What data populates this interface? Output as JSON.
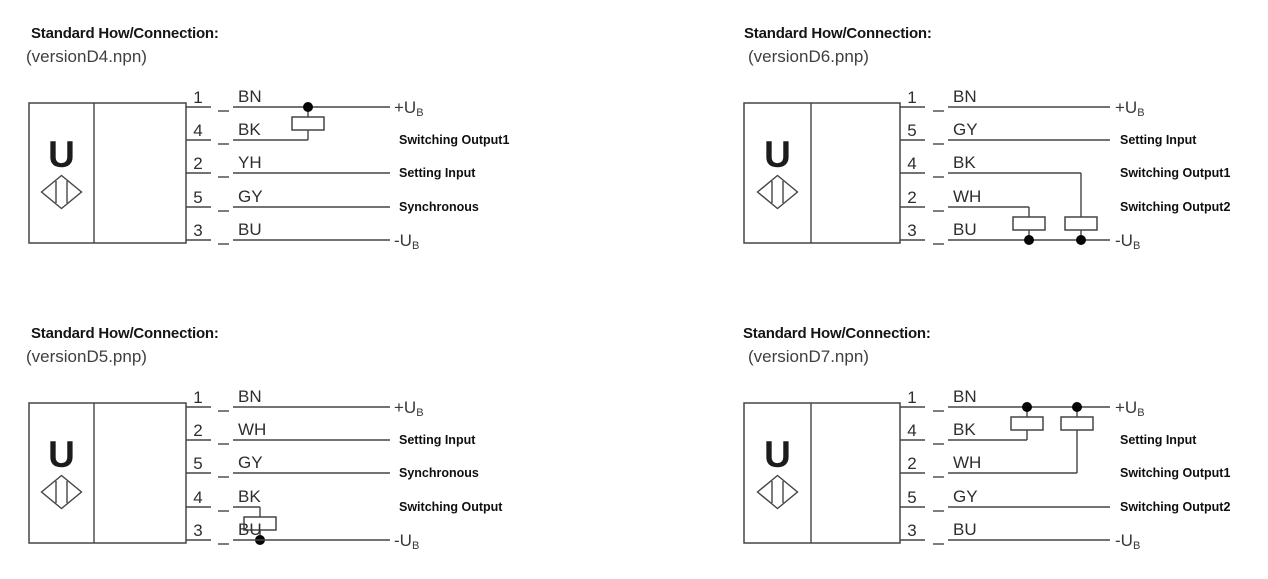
{
  "page": {
    "background": "#ffffff"
  },
  "palette": {
    "line_color": "#454545",
    "dot_color": "#050505",
    "title_color": "#151515",
    "version_color": "#3f3f3f",
    "terminal_label_color": "#0f0f0f"
  },
  "diagrams": [
    {
      "position": "top-left",
      "title": "Standard How/Connection:",
      "version": "(versionD4.npn)",
      "sensor_label": "U",
      "rows": [
        {
          "pin": "1",
          "wire": "BN",
          "label": "+U",
          "label_sub": "B"
        },
        {
          "pin": "4",
          "wire": "BK",
          "label": "Switching Output1",
          "label_sub": ""
        },
        {
          "pin": "2",
          "wire": "YH",
          "label": "Setting Input",
          "label_sub": ""
        },
        {
          "pin": "5",
          "wire": "GY",
          "label": "Synchronous",
          "label_sub": ""
        },
        {
          "pin": "3",
          "wire": "BU",
          "label": "-U",
          "label_sub": "B"
        }
      ]
    },
    {
      "position": "top-right",
      "title": "Standard How/Connection:",
      "version": "(versionD6.pnp)",
      "sensor_label": "U",
      "rows": [
        {
          "pin": "1",
          "wire": "BN",
          "label": "+U",
          "label_sub": "B"
        },
        {
          "pin": "5",
          "wire": "GY",
          "label": "Setting Input",
          "label_sub": ""
        },
        {
          "pin": "4",
          "wire": "BK",
          "label": "Switching Output1",
          "label_sub": ""
        },
        {
          "pin": "2",
          "wire": "WH",
          "label": "Switching Output2",
          "label_sub": ""
        },
        {
          "pin": "3",
          "wire": "BU",
          "label": "-U",
          "label_sub": "B"
        }
      ]
    },
    {
      "position": "bottom-left",
      "title": "Standard How/Connection:",
      "version": "(versionD5.pnp)",
      "sensor_label": "U",
      "rows": [
        {
          "pin": "1",
          "wire": "BN",
          "label": "+U",
          "label_sub": "B"
        },
        {
          "pin": "2",
          "wire": "WH",
          "label": "Setting Input",
          "label_sub": ""
        },
        {
          "pin": "5",
          "wire": "GY",
          "label": "Synchronous",
          "label_sub": ""
        },
        {
          "pin": "4",
          "wire": "BK",
          "label": "Switching Output",
          "label_sub": ""
        },
        {
          "pin": "3",
          "wire": "BU",
          "label": "-U",
          "label_sub": "B"
        }
      ]
    },
    {
      "position": "bottom-right",
      "title": "Standard How/Connection:",
      "version": "(versionD7.npn)",
      "sensor_label": "U",
      "rows": [
        {
          "pin": "1",
          "wire": "BN",
          "label": "+U",
          "label_sub": "B"
        },
        {
          "pin": "4",
          "wire": "BK",
          "label": "Setting Input",
          "label_sub": ""
        },
        {
          "pin": "2",
          "wire": "WH",
          "label": "Switching Output1",
          "label_sub": ""
        },
        {
          "pin": "5",
          "wire": "GY",
          "label": "Switching Output2",
          "label_sub": ""
        },
        {
          "pin": "3",
          "wire": "BU",
          "label": "-U",
          "label_sub": "B"
        }
      ]
    }
  ]
}
